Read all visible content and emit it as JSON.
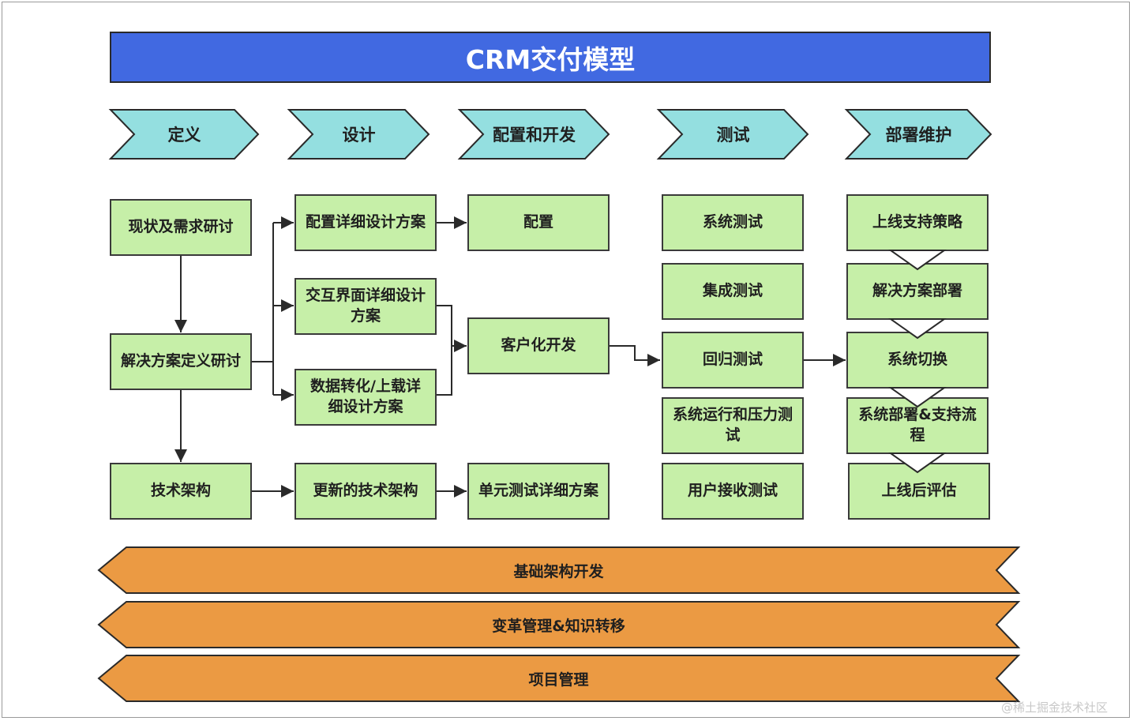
{
  "title": "CRM交付模型",
  "phases": [
    "定义",
    "设计",
    "配置和开发",
    "测试",
    "部署维护"
  ],
  "define": {
    "current_state": "现状及需求研讨",
    "solution_def": "解决方案定义研讨",
    "tech_arch": "技术架构"
  },
  "design": {
    "config_detail": "配置详细设计方案",
    "ui_detail": "交互界面详细设计方案",
    "data_detail": "数据转化/上载详细设计方案",
    "updated_arch": "更新的技术架构"
  },
  "build": {
    "config": "配置",
    "custom_dev": "客户化开发",
    "unit_test": "单元测试详细方案"
  },
  "test": {
    "system": "系统测试",
    "integration": "集成测试",
    "regression": "回归测试",
    "performance": "系统运行和压力测试",
    "uat": "用户接收测试"
  },
  "deploy": {
    "strategy": "上线支持策略",
    "solution_deploy": "解决方案部署",
    "cutover": "系统切换",
    "support_process": "系统部署&支持流程",
    "post_eval": "上线后评估"
  },
  "bands": [
    "基础架构开发",
    "变革管理&知识转移",
    "项目管理"
  ],
  "watermark": "@稀土掘金技术社区",
  "colors": {
    "title_bg": "#4169e1",
    "chevron": "#94dfe0",
    "box": "#c6efa8",
    "band": "#eb9a43"
  }
}
